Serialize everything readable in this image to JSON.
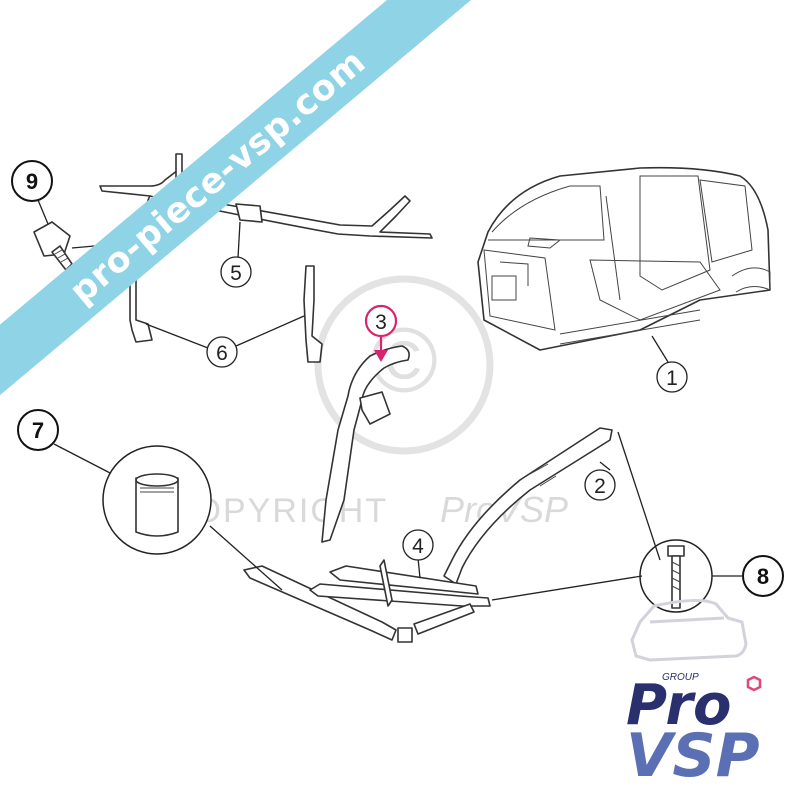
{
  "banner": {
    "text": "pro-piece-vsp.com",
    "color": "#8fd3e6"
  },
  "watermark": {
    "copyright_text": "COPYRIGHT",
    "brand_text": "ProVSP",
    "symbol": "©"
  },
  "callouts": [
    {
      "id": "9",
      "label": "9"
    },
    {
      "id": "7",
      "label": "7"
    },
    {
      "id": "8",
      "label": "8"
    }
  ],
  "parts": [
    {
      "id": "1",
      "label": "1"
    },
    {
      "id": "2",
      "label": "2"
    },
    {
      "id": "3",
      "label": "3",
      "highlight_color": "#d6246e"
    },
    {
      "id": "4",
      "label": "4"
    },
    {
      "id": "5",
      "label": "5"
    },
    {
      "id": "6",
      "label": "6"
    }
  ],
  "logo": {
    "group_text": "GROUP",
    "pro_text": "Pro",
    "vsp_text": "VSP",
    "colors": {
      "pro": "#2a2f6e",
      "vsp": "#5b6fb4",
      "accent": "#e0457b"
    }
  }
}
